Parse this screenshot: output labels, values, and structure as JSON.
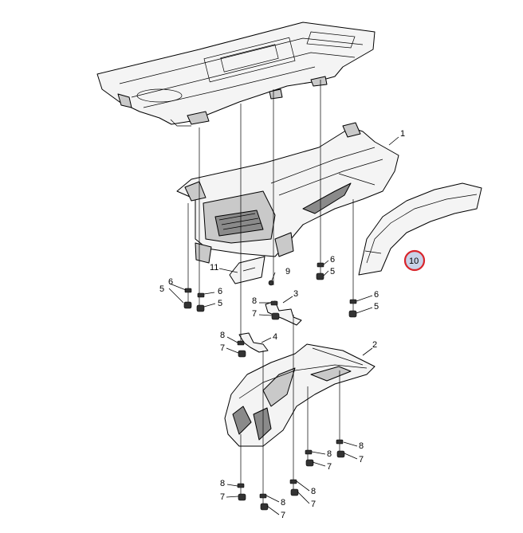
{
  "callouts": {
    "c1": "1",
    "c2": "2",
    "c3": "3",
    "c4": "4",
    "c5a": "5",
    "c5b": "5",
    "c5c": "5",
    "c6a": "6",
    "c6b": "6",
    "c6c": "6",
    "c6d": "6",
    "c7a": "7",
    "c7b": "7",
    "c7c": "7",
    "c7d": "7",
    "c7e": "7",
    "c7f": "7",
    "c7g": "7",
    "c8a": "8",
    "c8b": "8",
    "c8c": "8",
    "c8d": "8",
    "c8e": "8",
    "c8f": "8",
    "c8g": "8",
    "c9": "9",
    "c10": "10",
    "c11": "11"
  },
  "highlight": {
    "callout": "10",
    "ring_color": "#d8242b",
    "fill_color": "#c8d2e8"
  }
}
